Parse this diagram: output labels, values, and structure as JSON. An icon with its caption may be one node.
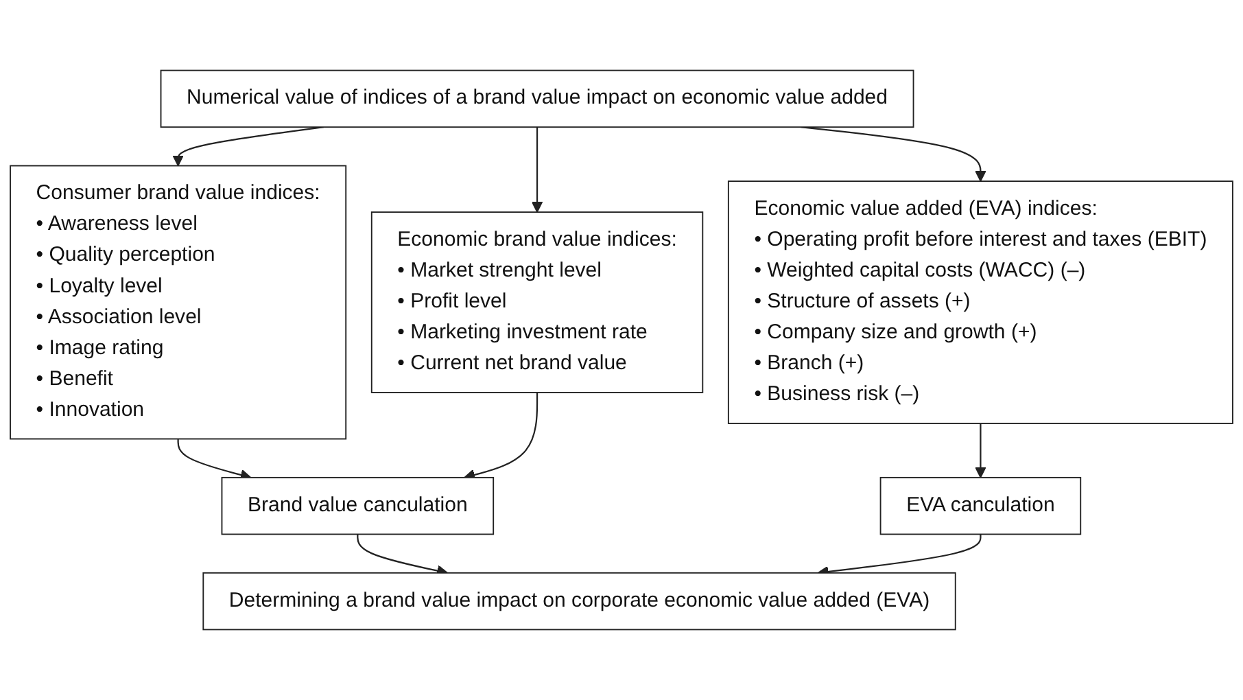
{
  "diagram": {
    "nodes": [
      {
        "text": [
          "Numerical value of indices of a brand value impact on economic value added"
        ]
      },
      {
        "text": [
          "Consumer brand value indices:",
          "• Awareness level",
          "• Quality perception",
          "• Loyalty level",
          "• Association level",
          "• Image rating",
          "• Benefit",
          "• Innovation"
        ]
      },
      {
        "text": [
          "Economic brand value indices:",
          "• Market strenght level",
          "• Profit level",
          "• Marketing investment rate",
          "• Current net brand value"
        ]
      },
      {
        "text": [
          "Economic value added (EVA) indices:",
          "• Operating profit before interest and taxes (EBIT)",
          "• Weighted capital costs (WACC) (–)",
          "• Structure of assets (+)",
          "• Company size and growth (+)",
          "• Branch (+)",
          "• Business risk (–)"
        ]
      },
      {
        "text": [
          "Brand value canculation"
        ]
      },
      {
        "text": [
          "EVA canculation"
        ]
      },
      {
        "text": [
          "Determining a brand value impact on corporate economic value added (EVA)"
        ]
      }
    ],
    "edges": [
      {
        "from": 0,
        "to": 1,
        "arrow": "to"
      },
      {
        "from": 0,
        "to": 2,
        "arrow": "to"
      },
      {
        "from": 0,
        "to": 3,
        "arrow": "to"
      },
      {
        "from": 1,
        "to": 4,
        "arrow": "to"
      },
      {
        "from": 2,
        "to": 4,
        "arrow": "to"
      },
      {
        "from": 3,
        "to": 5,
        "arrow": "to"
      },
      {
        "from": 4,
        "to": 6,
        "arrow": "to"
      },
      {
        "from": 5,
        "to": 6,
        "arrow": "to"
      }
    ]
  }
}
